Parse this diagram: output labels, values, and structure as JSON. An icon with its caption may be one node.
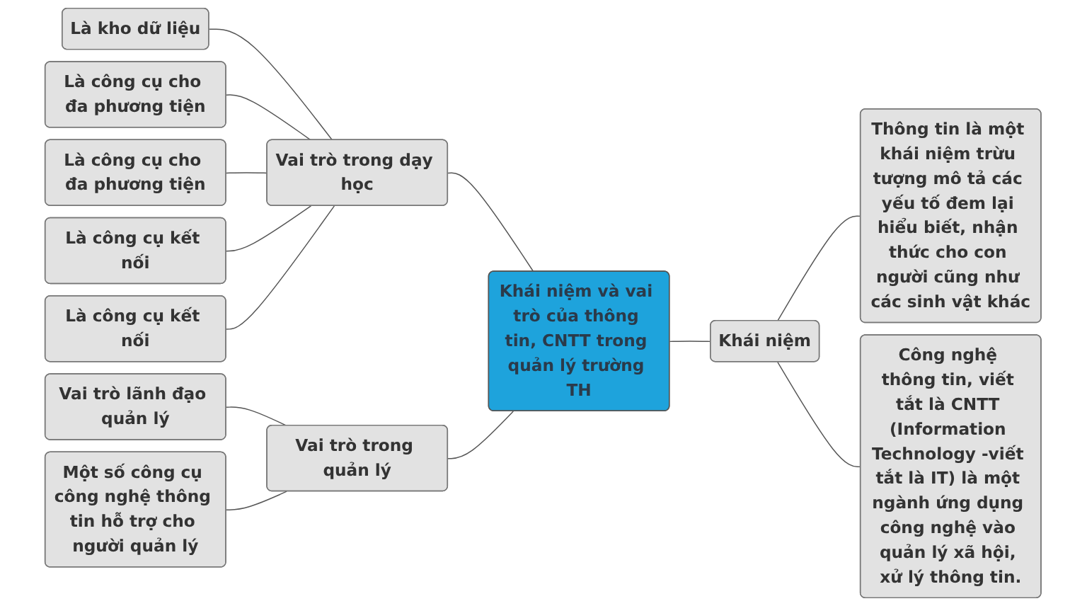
{
  "diagram": {
    "nodes": [
      {
        "text": [
          "Khái niệm và vai trò của thông tin, CNTT trong quản lý trường TH"
        ]
      },
      {
        "text": [
          "Vai trò trong dạy học"
        ]
      },
      {
        "text": [
          "Là kho dữ liệu"
        ]
      },
      {
        "text": [
          "Là công cụ cho đa phương tiện"
        ]
      },
      {
        "text": [
          "Là công cụ cho đa phương tiện"
        ]
      },
      {
        "text": [
          "Là công cụ kết nối"
        ]
      },
      {
        "text": [
          "Là công cụ kết nối"
        ]
      },
      {
        "text": [
          "Vai trò trong quản lý"
        ]
      },
      {
        "text": [
          "Vai trò lãnh đạo quản lý"
        ]
      },
      {
        "text": [
          "Một số công cụ công nghệ thông tin hỗ trợ cho người quản lý"
        ]
      },
      {
        "text": [
          "Khái niệm"
        ]
      },
      {
        "text": [
          "Thông tin là một khái niệm trừu tượng mô tả các yếu tố đem lại hiểu biết, nhận thức cho con người cũng như các sinh vật khác"
        ]
      },
      {
        "text": [
          "Công nghệ thông tin, viết tắt là CNTT (Information Technology -viết tắt là IT) là một ngành ứng dụng công nghệ vào quản lý xã hội, xử lý thông tin."
        ]
      }
    ],
    "edges": [
      {
        "from": 0,
        "to": 1,
        "arrow": "none"
      },
      {
        "from": 1,
        "to": 2,
        "arrow": "none"
      },
      {
        "from": 1,
        "to": 3,
        "arrow": "none"
      },
      {
        "from": 1,
        "to": 4,
        "arrow": "none"
      },
      {
        "from": 1,
        "to": 5,
        "arrow": "none"
      },
      {
        "from": 1,
        "to": 6,
        "arrow": "none"
      },
      {
        "from": 0,
        "to": 7,
        "arrow": "none"
      },
      {
        "from": 7,
        "to": 8,
        "arrow": "none"
      },
      {
        "from": 7,
        "to": 9,
        "arrow": "none"
      },
      {
        "from": 0,
        "to": 10,
        "arrow": "none"
      },
      {
        "from": 10,
        "to": 11,
        "arrow": "none"
      },
      {
        "from": 10,
        "to": 12,
        "arrow": "none"
      }
    ]
  }
}
